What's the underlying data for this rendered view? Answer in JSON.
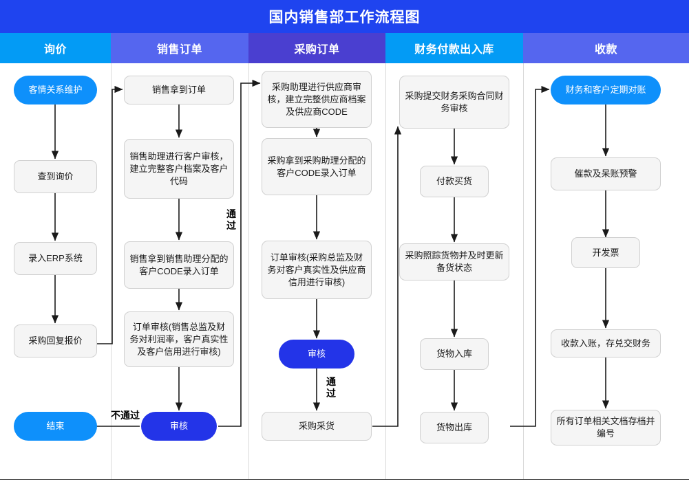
{
  "title": "国内销售部工作流程图",
  "colors": {
    "title_bar": "#1f44ef",
    "lane1": "#039bf5",
    "lane2": "#5566ef",
    "lane3": "#4a3fd0",
    "lane4": "#039bf5",
    "lane5": "#5566ef",
    "start_pill": "#0e90fb",
    "decision_pill": "#2334e8",
    "process_fill": "#f5f5f5",
    "process_border": "#d0d0d0",
    "connector": "#1a1a1a"
  },
  "lanes": [
    {
      "label": "询价"
    },
    {
      "label": "销售订单"
    },
    {
      "label": "采购订单"
    },
    {
      "label": "财务付款出入库"
    },
    {
      "label": "收款"
    }
  ],
  "nodes": {
    "n1_1": "客情关系维护",
    "n1_2": "查到询价",
    "n1_3": "录入ERP系统",
    "n1_4": "采购回复报价",
    "n1_5": "结束",
    "n2_1": "销售拿到订单",
    "n2_2": "销售助理进行客户审核，建立完整客户档案及客户代码",
    "n2_3": "销售拿到销售助理分配的客户CODE录入订单",
    "n2_4": "订单审核(销售总监及财务对利润率，客户真实性及客户信用进行审核)",
    "n2_5": "审核",
    "n3_1": "采购助理进行供应商审核，建立完整供应商档案及供应商CODE",
    "n3_2": "采购拿到采购助理分配的客户CODE录入订单",
    "n3_3": "订单审核(采购总监及财务对客户真实性及供应商信用进行审核)",
    "n3_4": "审核",
    "n3_5": "采购采货",
    "n4_1": "采购提交财务采购合同财务审核",
    "n4_2": "付款买货",
    "n4_3": "采购照踪货物并及时更新备货状态",
    "n4_4": "货物入库",
    "n4_5": "货物出库",
    "n5_1": "财务和客户定期对账",
    "n5_2": "催款及呆账预警",
    "n5_3": "开发票",
    "n5_4": "收款入账，存兑交财务",
    "n5_5": "所有订单相关文档存档并编号"
  },
  "edge_labels": {
    "pass_lane2": "通\n过",
    "fail_lane2": "不通过",
    "pass_lane3": "通\n过"
  }
}
